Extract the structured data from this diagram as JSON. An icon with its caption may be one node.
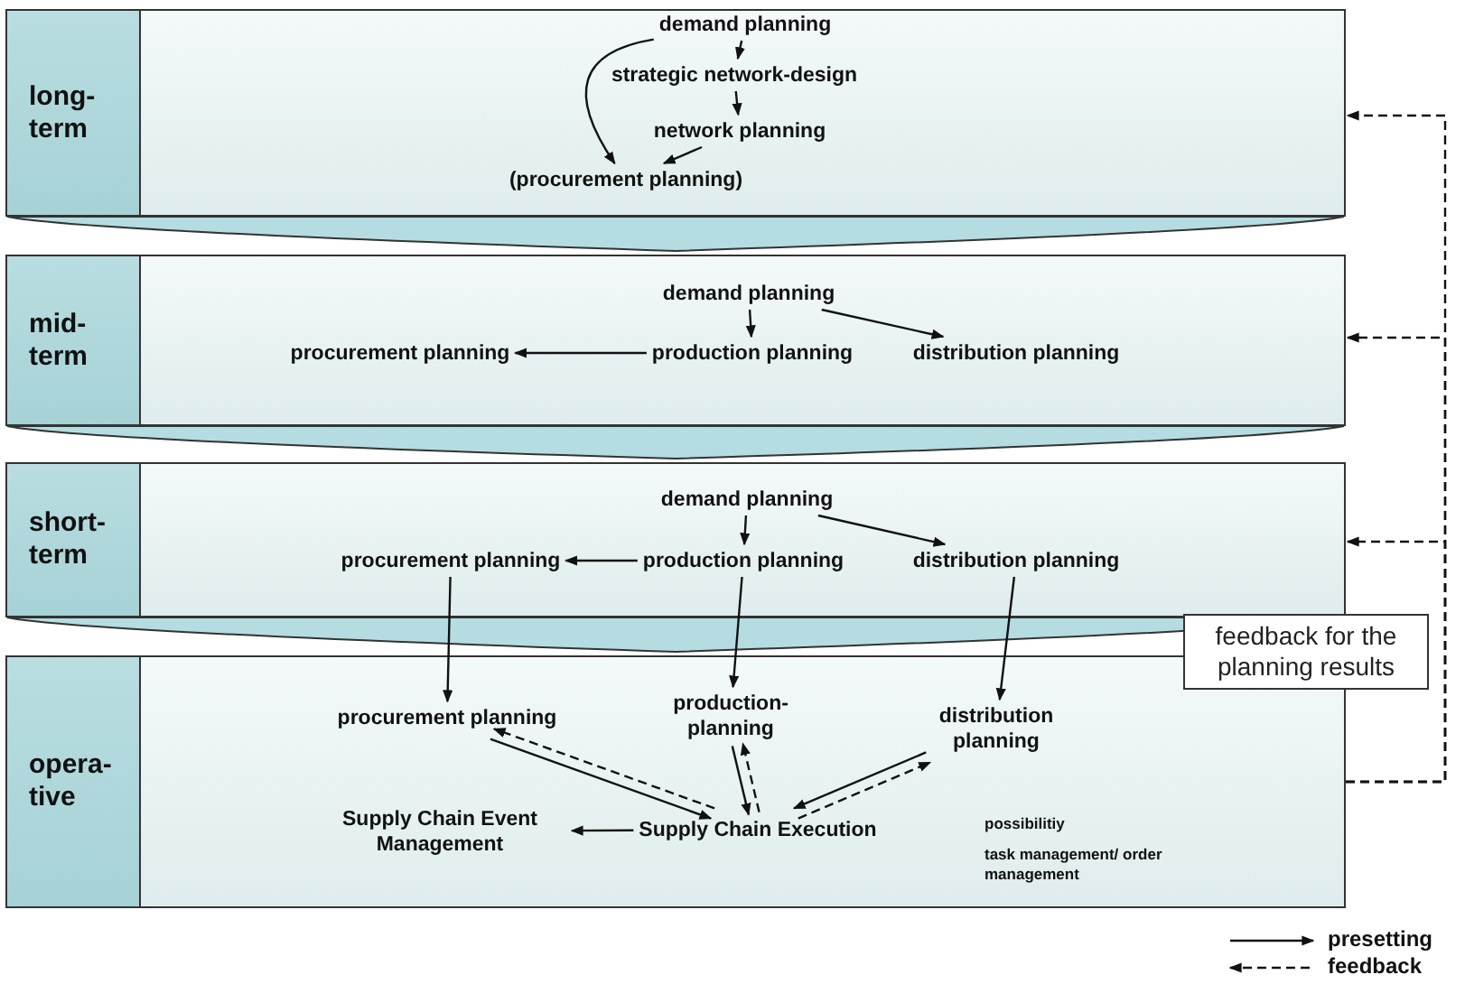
{
  "diagram": {
    "nodes": [
      {
        "text": [
          "long-term"
        ]
      },
      {
        "text": [
          "demand planning"
        ],
        "in": 0
      },
      {
        "text": [
          "strategic network-design"
        ],
        "in": 0
      },
      {
        "text": [
          "network planning"
        ],
        "in": 0
      },
      {
        "text": [
          "(procurement planning)"
        ],
        "in": 0
      },
      {
        "text": [
          "mid-term"
        ]
      },
      {
        "text": [
          "demand planning"
        ],
        "in": 5
      },
      {
        "text": [
          "procurement planning"
        ],
        "in": 5
      },
      {
        "text": [
          "production planning"
        ],
        "in": 5
      },
      {
        "text": [
          "distribution planning"
        ],
        "in": 5
      },
      {
        "text": [
          "short-term"
        ]
      },
      {
        "text": [
          "demand planning"
        ],
        "in": 10
      },
      {
        "text": [
          "procurement planning"
        ],
        "in": 10
      },
      {
        "text": [
          "production planning"
        ],
        "in": 10
      },
      {
        "text": [
          "distribution planning"
        ],
        "in": 10
      },
      {
        "text": [
          "opera-tive"
        ]
      },
      {
        "text": [
          "procurement planning"
        ],
        "in": 15
      },
      {
        "text": [
          "production- planning"
        ],
        "in": 15
      },
      {
        "text": [
          "distribution planning"
        ],
        "in": 15
      },
      {
        "text": [
          "Supply Chain Event Management"
        ],
        "in": 15
      },
      {
        "text": [
          "Supply Chain Execution"
        ],
        "in": 15
      },
      {
        "text": [
          "feedback for the planning results"
        ]
      }
    ],
    "edges": [
      {
        "from": 1,
        "to": 2,
        "arrow": "to"
      },
      {
        "from": 2,
        "to": 3,
        "arrow": "to"
      },
      {
        "from": 3,
        "to": 4,
        "arrow": "to"
      },
      {
        "from": 1,
        "to": 4,
        "arrow": "to"
      },
      {
        "from": 0,
        "to": 5,
        "arrow": "to",
        "style": "thick"
      },
      {
        "from": 5,
        "to": 10,
        "arrow": "to",
        "style": "thick"
      },
      {
        "from": 10,
        "to": 15,
        "arrow": "to",
        "style": "thick"
      },
      {
        "from": 6,
        "to": 8,
        "arrow": "to"
      },
      {
        "from": 6,
        "to": 9,
        "arrow": "to"
      },
      {
        "from": 8,
        "to": 7,
        "arrow": "to"
      },
      {
        "from": 11,
        "to": 13,
        "arrow": "to"
      },
      {
        "from": 11,
        "to": 14,
        "arrow": "to"
      },
      {
        "from": 13,
        "to": 12,
        "arrow": "to"
      },
      {
        "from": 12,
        "to": 16,
        "arrow": "to"
      },
      {
        "from": 13,
        "to": 17,
        "arrow": "to"
      },
      {
        "from": 14,
        "to": 18,
        "arrow": "to"
      },
      {
        "from": 16,
        "to": 20,
        "arrow": "to"
      },
      {
        "from": 20,
        "to": 16,
        "arrow": "to",
        "style": "dashed"
      },
      {
        "from": 17,
        "to": 20,
        "arrow": "to"
      },
      {
        "from": 20,
        "to": 17,
        "arrow": "to",
        "style": "dashed"
      },
      {
        "from": 18,
        "to": 20,
        "arrow": "to"
      },
      {
        "from": 20,
        "to": 18,
        "arrow": "to",
        "style": "dashed"
      },
      {
        "from": 20,
        "to": 19,
        "arrow": "to"
      },
      {
        "from": 15,
        "to": 0,
        "arrow": "to",
        "style": "dashed"
      },
      {
        "from": 15,
        "to": 5,
        "arrow": "to",
        "style": "dashed"
      },
      {
        "from": 15,
        "to": 10,
        "arrow": "to",
        "style": "dashed"
      }
    ],
    "labels": [
      "possibilitiy",
      "task management/ order management"
    ],
    "legend": [
      {
        "text": "presetting"
      },
      {
        "text": "feedback"
      }
    ]
  }
}
